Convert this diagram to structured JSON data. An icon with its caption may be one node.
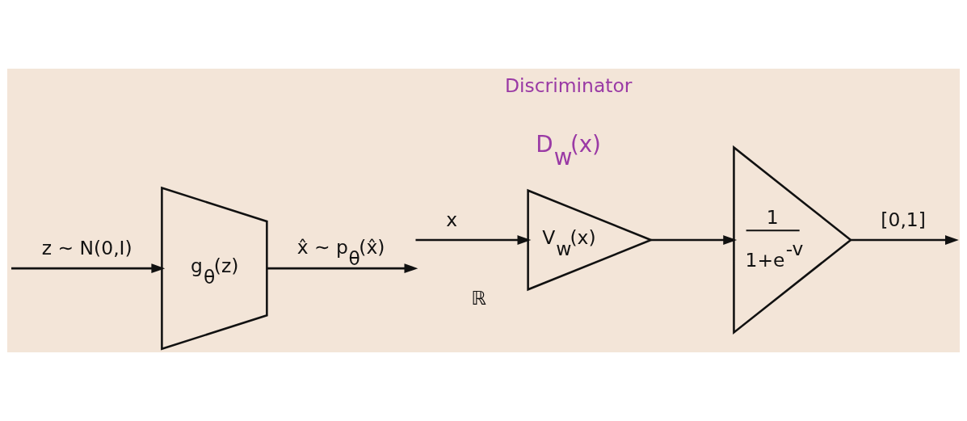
{
  "diagram": {
    "nodes": [
      {
        "text": [
          "g$_{θ}$(z)"
        ]
      },
      {
        "text": [
          "V$_{w}$(x)"
        ],
        "beside": [
          "ℝ"
        ]
      },
      {
        "text": [
          "1",
          "1+e$^{-v}$"
        ]
      }
    ],
    "edges": [
      {
        "from": null,
        "to": 0,
        "arrow": "to",
        "label": "z ∼ N(0,I)"
      },
      {
        "from": 0,
        "to": null,
        "arrow": "to",
        "label": "x̂ ∼ p$_{θ}$(x̂)"
      },
      {
        "from": null,
        "to": 1,
        "arrow": "to",
        "label": "x"
      },
      {
        "from": 1,
        "to": 2,
        "arrow": "to"
      },
      {
        "from": 2,
        "to": null,
        "arrow": "to",
        "label": "[0,1]"
      }
    ],
    "labels": [
      "Discriminator",
      "D$_{w}$(x)"
    ]
  }
}
